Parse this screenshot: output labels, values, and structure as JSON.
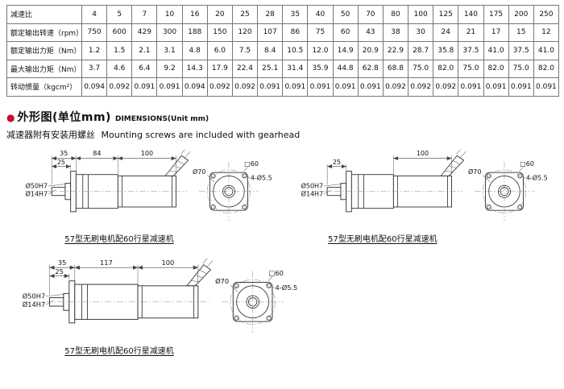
{
  "colors": {
    "bullet": "#c8102e",
    "line": "#333333"
  },
  "spec_table": {
    "corner_label": "减速比",
    "ratios": [
      "4",
      "5",
      "7",
      "10",
      "16",
      "20",
      "25",
      "28",
      "35",
      "40",
      "50",
      "70",
      "80",
      "100",
      "125",
      "140",
      "175",
      "200",
      "250"
    ],
    "rows": [
      {
        "label": "额定输出转速（rpm）",
        "values": [
          "750",
          "600",
          "429",
          "300",
          "188",
          "150",
          "120",
          "107",
          "86",
          "75",
          "60",
          "43",
          "38",
          "30",
          "24",
          "21",
          "17",
          "15",
          "12"
        ]
      },
      {
        "label": "额定输出力矩（Nm）",
        "values": [
          "1.2",
          "1.5",
          "2.1",
          "3.1",
          "4.8",
          "6.0",
          "7.5",
          "8.4",
          "10.5",
          "12.0",
          "14.9",
          "20.9",
          "22.9",
          "28.7",
          "35.8",
          "37.5",
          "41.0",
          "37.5",
          "41.0"
        ]
      },
      {
        "label": "最大输出力矩（Nm）",
        "values": [
          "3.7",
          "4.6",
          "6.4",
          "9.2",
          "14.3",
          "17.9",
          "22.4",
          "25.1",
          "31.4",
          "35.9",
          "44.8",
          "62.8",
          "68.8",
          "75.0",
          "82.0",
          "75.0",
          "82.0",
          "75.0",
          "82.0"
        ]
      },
      {
        "label": "转动惯量（kgcm²）",
        "values": [
          "0.094",
          "0.092",
          "0.091",
          "0.091",
          "0.094",
          "0.092",
          "0.092",
          "0.091",
          "0.091",
          "0.091",
          "0.091",
          "0.091",
          "0.092",
          "0.092",
          "0.092",
          "0.091",
          "0.091",
          "0.091",
          "0.091"
        ]
      }
    ]
  },
  "section": {
    "bullet": "●",
    "title_zh": "外形图(单位mm)",
    "title_en": "DIMENSIONS(Unit mm)",
    "note_zh": "减速器附有安装用螺丝",
    "note_en": "Mounting screws are included with gearhead"
  },
  "drawings": [
    {
      "dim_a": "35",
      "dim_b": "84",
      "dim_c": "100",
      "dim_left": "25",
      "label_bore": "Ø50H7",
      "label_shaft": "Ø14H7",
      "flange_square": "□60",
      "flange_holes": "4-Ø5.5",
      "flange_circle": "Ø70",
      "caption": "57型无刷电机配60行星减速机"
    },
    {
      "dim_c": "100",
      "dim_left": "25",
      "label_bore": "Ø50H7",
      "label_shaft": "Ø14H7",
      "flange_square": "□60",
      "flange_holes": "4-Ø5.5",
      "flange_circle": "Ø70",
      "caption": "57型无刷电机配60行星减速机"
    },
    {
      "dim_a": "35",
      "dim_b": "117",
      "dim_c": "100",
      "dim_left": "25",
      "label_bore": "Ø50H7",
      "label_shaft": "Ø14H7",
      "flange_square": "□60",
      "flange_holes": "4-Ø5.5",
      "flange_circle": "Ø70",
      "caption": "57型无刷电机配60行星减速机"
    }
  ]
}
